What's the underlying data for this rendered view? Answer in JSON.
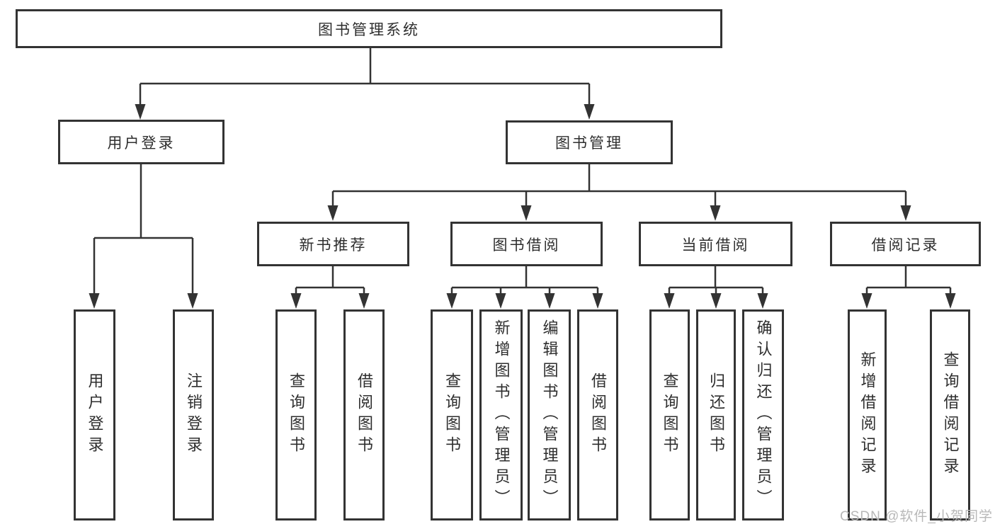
{
  "diagram": {
    "title": "图书管理系统",
    "tree": {
      "root": {
        "label": "图书管理系统"
      },
      "branches": [
        {
          "label": "用户登录",
          "children": [
            {
              "label": "用户登录"
            },
            {
              "label": "注销登录"
            }
          ]
        },
        {
          "label": "图书管理",
          "children": [
            {
              "label": "新书推荐",
              "children": [
                {
                  "label": "查询图书"
                },
                {
                  "label": "借阅图书"
                }
              ]
            },
            {
              "label": "图书借阅",
              "children": [
                {
                  "label": "查询图书"
                },
                {
                  "label": "新增图书（管理员）"
                },
                {
                  "label": "编辑图书（管理员）"
                },
                {
                  "label": "借阅图书"
                }
              ]
            },
            {
              "label": "当前借阅",
              "children": [
                {
                  "label": "查询图书"
                },
                {
                  "label": "归还图书"
                },
                {
                  "label": "确认归还（管理员）"
                }
              ]
            },
            {
              "label": "借阅记录",
              "children": [
                {
                  "label": "新增借阅记录"
                },
                {
                  "label": "查询借阅记录"
                }
              ]
            }
          ]
        }
      ]
    },
    "colors": {
      "line": "#333333",
      "box_border": "#333333",
      "box_background": "#ffffff",
      "text": "#2e2e2e",
      "watermark": "#b8b8b8",
      "page_background": "#ffffff"
    }
  },
  "watermark": {
    "text": "CSDN @软件_小贺同学"
  }
}
